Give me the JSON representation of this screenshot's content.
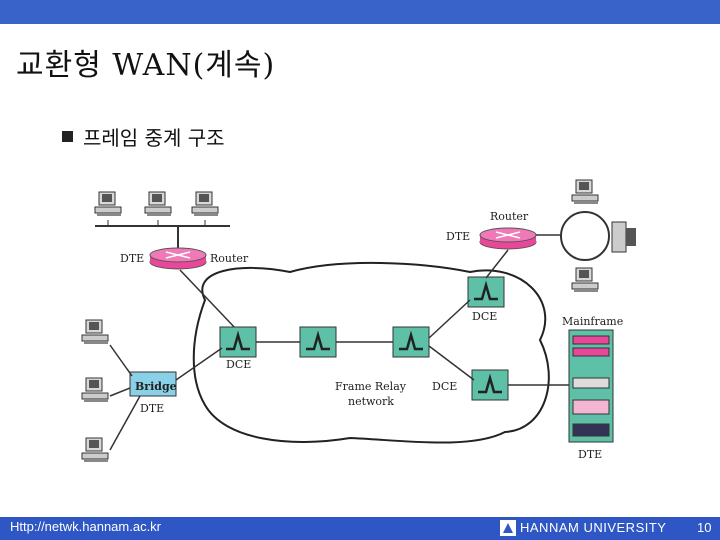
{
  "header": {
    "title": "교환형 WAN(계속)",
    "bullet": "프레임 중계 구조"
  },
  "diagram": {
    "labels": {
      "dte_left": "DTE",
      "router_left": "Router",
      "router_right": "Router",
      "dte_right_top": "DTE",
      "dce_top_right": "DCE",
      "dce_left": "DCE",
      "dce_right": "DCE",
      "mainframe": "Mainframe",
      "bridge": "Bridge",
      "dte_bridge": "DTE",
      "network_line1": "Frame Relay",
      "network_line2": "network",
      "dte_mainframe": "DTE"
    }
  },
  "footer": {
    "url": "Http://netwk.hannam.ac.kr",
    "university": "HANNAM  UNIVERSITY",
    "page": "10"
  }
}
